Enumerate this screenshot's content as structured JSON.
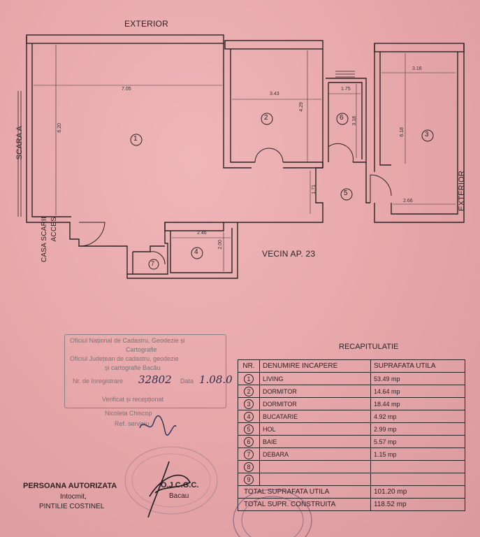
{
  "plan": {
    "labels": {
      "exterior_top": "EXTERIOR",
      "exterior_right": "EXTERIOR",
      "scara": "SCARA A",
      "acces_1": "ACCES",
      "acces_2": "CASA SCARII",
      "vecin": "VECIN AP. 23"
    },
    "dimensions": [
      "7.05",
      "6.20",
      "3.43",
      "4.29",
      "1.75",
      "3.18",
      "3.16",
      "6.18",
      "1.71",
      "2.66",
      "2.46",
      "2.00"
    ],
    "room_numbers": [
      "1",
      "2",
      "3",
      "4",
      "5",
      "6",
      "7"
    ]
  },
  "stamp": {
    "lines": [
      "Oficiul Național de Cadastru, Geodezie și",
      "Cartografie",
      "Oficiul Județean de cadastru, geodezie",
      "și cartografie Bacău",
      "Nr. de înregistrare",
      "Data",
      "Verificat și recepționat",
      "Nicoleta Chiscop",
      "Ref. serviciu"
    ],
    "handwritten_number": "32802",
    "handwritten_date": "1.08.0"
  },
  "authorized": {
    "title": "PERSOANA AUTORIZATA",
    "subtitle": "Intocmit,",
    "name": "PINTILIE COSTINEL",
    "org": "O.J.C.G.C.",
    "city": "Bacau"
  },
  "recap": {
    "title": "RECAPITULATIE",
    "headers": {
      "nr": "NR.",
      "name": "DENUMIRE INCAPERE",
      "area": "SUPRAFATA UTILA"
    },
    "rows": [
      {
        "nr": "1",
        "name": "LIVING",
        "area": "53.49 mp"
      },
      {
        "nr": "2",
        "name": "DORMITOR",
        "area": "14.64 mp"
      },
      {
        "nr": "3",
        "name": "DORMITOR",
        "area": "18.44 mp"
      },
      {
        "nr": "4",
        "name": "BUCATARIE",
        "area": "4.92 mp"
      },
      {
        "nr": "5",
        "name": "HOL",
        "area": "2.99 mp"
      },
      {
        "nr": "6",
        "name": "BAIE",
        "area": "5.57 mp"
      },
      {
        "nr": "7",
        "name": "DEBARA",
        "area": "1.15 mp"
      },
      {
        "nr": "8",
        "name": "",
        "area": ""
      },
      {
        "nr": "9",
        "name": "",
        "area": ""
      }
    ],
    "total_util_label": "TOTAL SUPRAFATA UTILA",
    "total_util_value": "101.20 mp",
    "total_constr_label": "TOTAL SUPR. CONSTRUITA",
    "total_constr_value": "118.52 mp"
  }
}
